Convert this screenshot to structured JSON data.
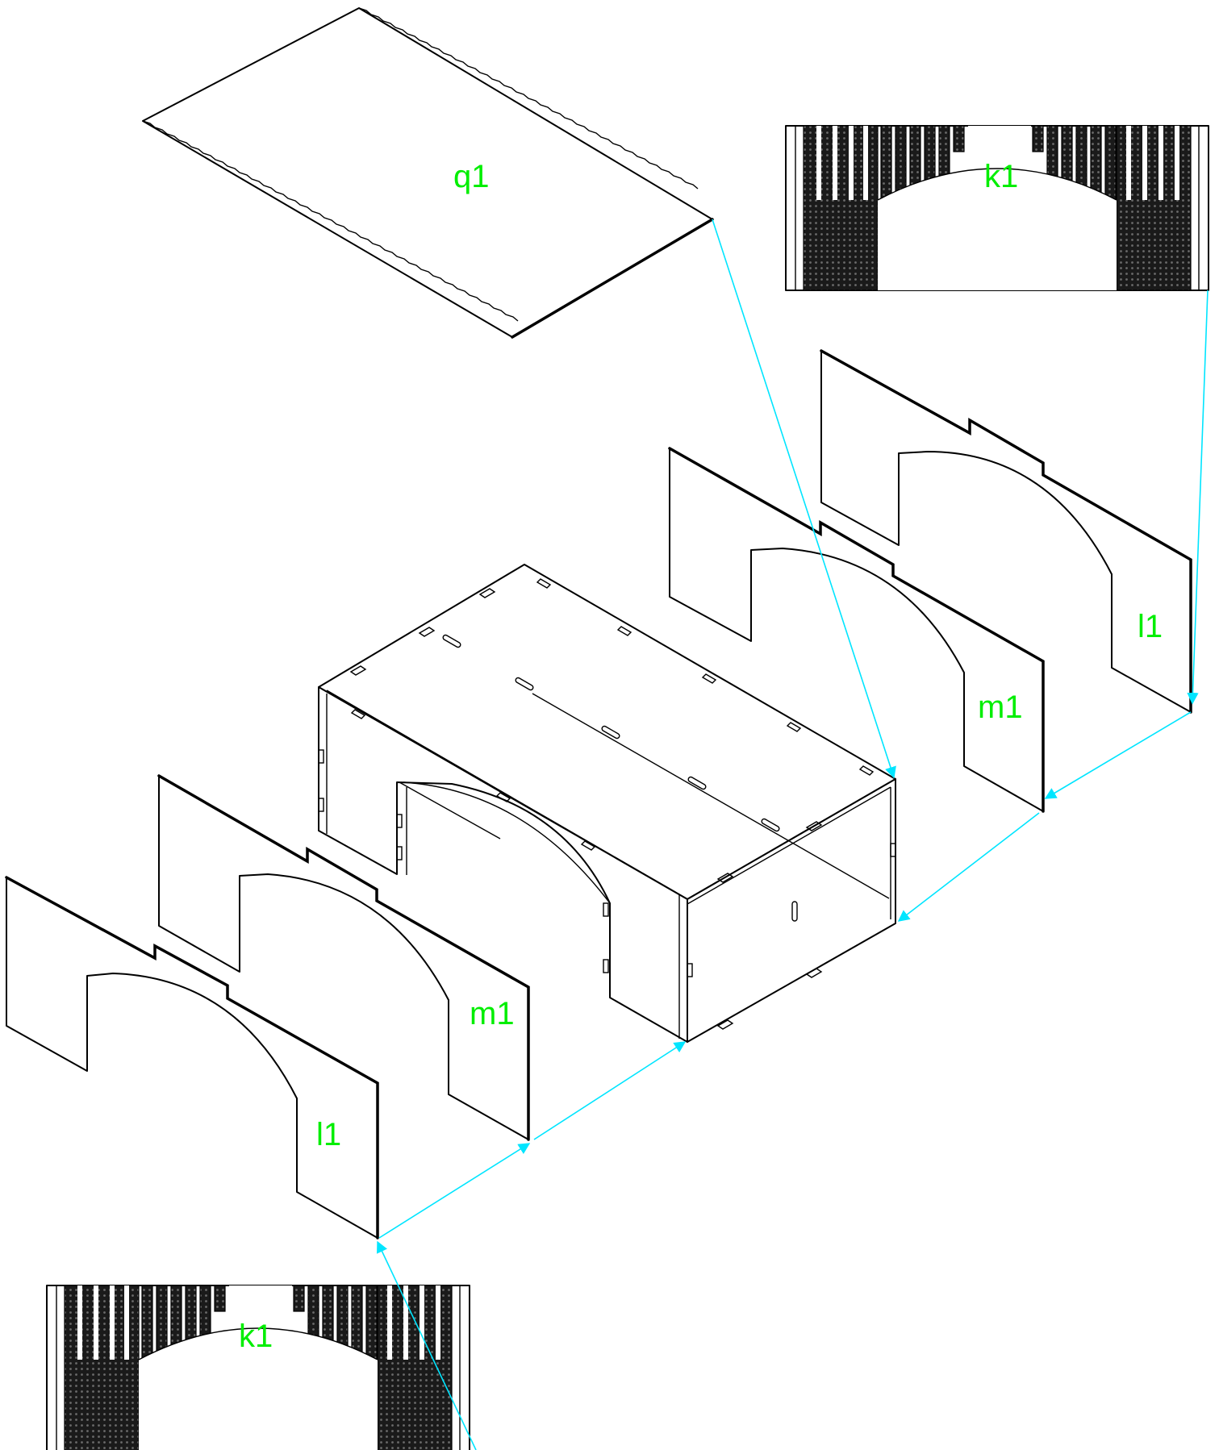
{
  "colors": {
    "label": "#00ee00",
    "guide": "#00e5ff",
    "line": "#000000",
    "background": "#ffffff"
  },
  "labels": {
    "q1": "q1",
    "k1_top": "k1",
    "l1_back": "l1",
    "m1_back": "m1",
    "m1_front": "m1",
    "l1_front": "l1",
    "k1_bottom": "k1"
  }
}
